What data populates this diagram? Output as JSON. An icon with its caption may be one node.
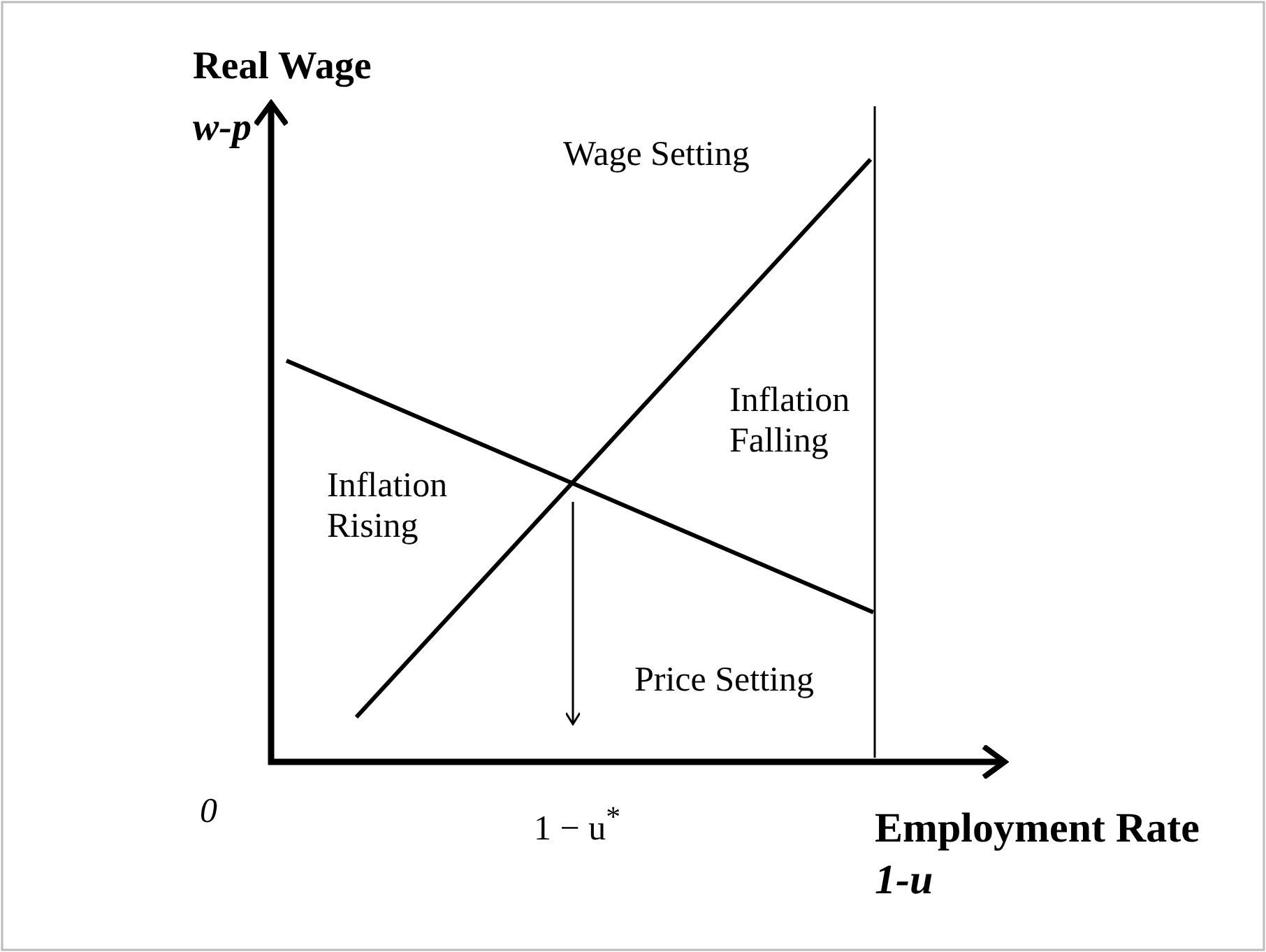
{
  "diagram": {
    "labels": [
      "Real Wage",
      "w-p",
      "Wage Setting",
      "Inflation Falling",
      "Inflation Rising",
      "Price Setting",
      "0",
      "1 − u$^{*}$",
      "Employment Rate",
      "1-u"
    ]
  }
}
